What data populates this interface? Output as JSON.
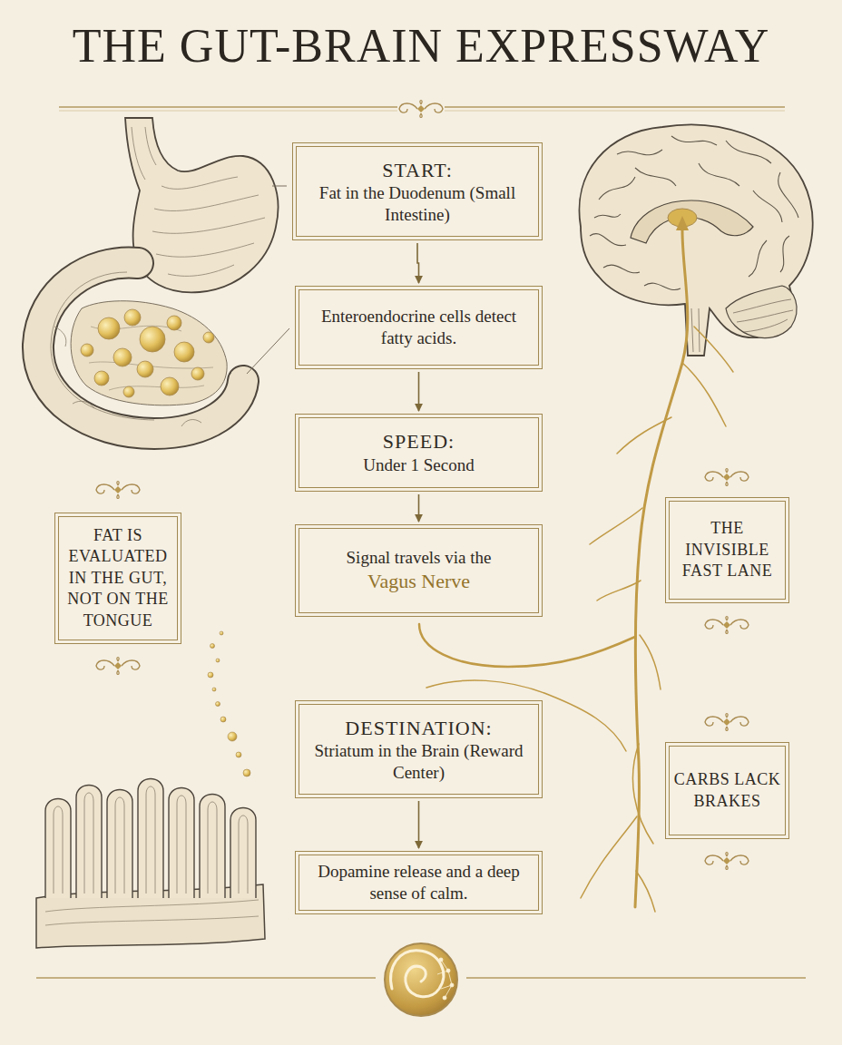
{
  "diagram": {
    "title": "THE GUT-BRAIN EXPRESSWAY",
    "nodes": [
      {
        "text": [
          "START:",
          "Fat in the Duodenum (Small Intestine)"
        ]
      },
      {
        "text": [
          "Enteroendocrine cells detect fatty acids."
        ]
      },
      {
        "text": [
          "SPEED:",
          "Under 1 Second"
        ]
      },
      {
        "text": [
          "Signal travels via the",
          "Vagus Nerve"
        ]
      },
      {
        "text": [
          "DESTINATION:",
          "Striatum in the Brain (Reward Center)"
        ]
      },
      {
        "text": [
          "Dopamine release and a deep sense of calm."
        ]
      },
      {
        "text": [
          "FAT IS EVALUATED IN THE GUT, NOT ON THE TONGUE"
        ]
      },
      {
        "text": [
          "THE INVISIBLE FAST LANE"
        ]
      },
      {
        "text": [
          "CARBS LACK BRAKES"
        ]
      }
    ],
    "edges": [
      {
        "from": 0,
        "to": 1,
        "arrow": "to"
      },
      {
        "from": 1,
        "to": 2,
        "arrow": "to"
      },
      {
        "from": 2,
        "to": 3,
        "arrow": "to"
      },
      {
        "from": 4,
        "to": 5,
        "arrow": "to"
      }
    ]
  }
}
